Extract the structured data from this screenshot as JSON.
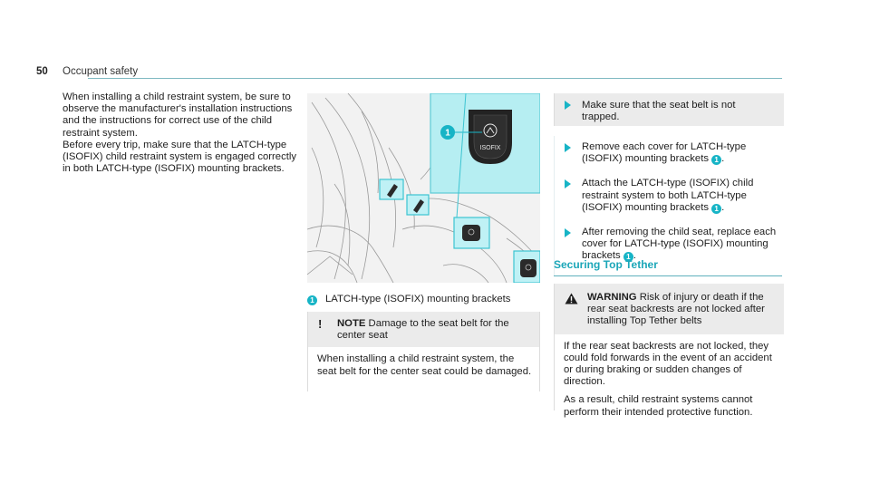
{
  "header": {
    "page_number": "50",
    "section": "Occupant safety",
    "accent_color": "#17b4c6"
  },
  "intro": {
    "p1": "When installing a child restraint system, be sure to observe the manufacturer's installation instructions and the instructions for correct use of the child restraint system.",
    "p2": "Before every trip, make sure that the LATCH-type (ISOFIX) child restraint system is engaged correctly in both LATCH-type (ISOFIX) mounting brackets."
  },
  "illustration": {
    "callout_number": "1",
    "badge_text": "ISOFIX"
  },
  "caption": {
    "number": "1",
    "text": "LATCH-type (ISOFIX) mounting brackets"
  },
  "note": {
    "mark": "!",
    "title": "NOTE",
    "title_rest": "Damage to the seat belt for the center seat",
    "body": "When installing a child restraint system, the seat belt for the center seat could be damaged."
  },
  "belt_check": {
    "text": "Make sure that the seat belt is not trapped."
  },
  "steps": [
    {
      "before": "Remove each cover for LATCH-type (ISOFIX) mounting brackets ",
      "ref": "1",
      "after": "."
    },
    {
      "before": "Attach the LATCH-type (ISOFIX) child restraint system to both LATCH-type (ISOFIX) mounting brackets ",
      "ref": "1",
      "after": "."
    },
    {
      "before": "After removing the child seat, replace each cover for LATCH-type (ISOFIX) mounting brackets ",
      "ref": "1",
      "after": "."
    }
  ],
  "top_tether": {
    "heading": "Securing Top Tether"
  },
  "warning": {
    "title": "WARNING",
    "title_rest": "Risk of injury or death if the rear seat backrests are not locked after installing Top Tether belts",
    "p1": "If the rear seat backrests are not locked, they could fold forwards in the event of an accident or during braking or sudden changes of direction.",
    "p2": "As a result, child restraint systems cannot perform their intended protective function."
  }
}
